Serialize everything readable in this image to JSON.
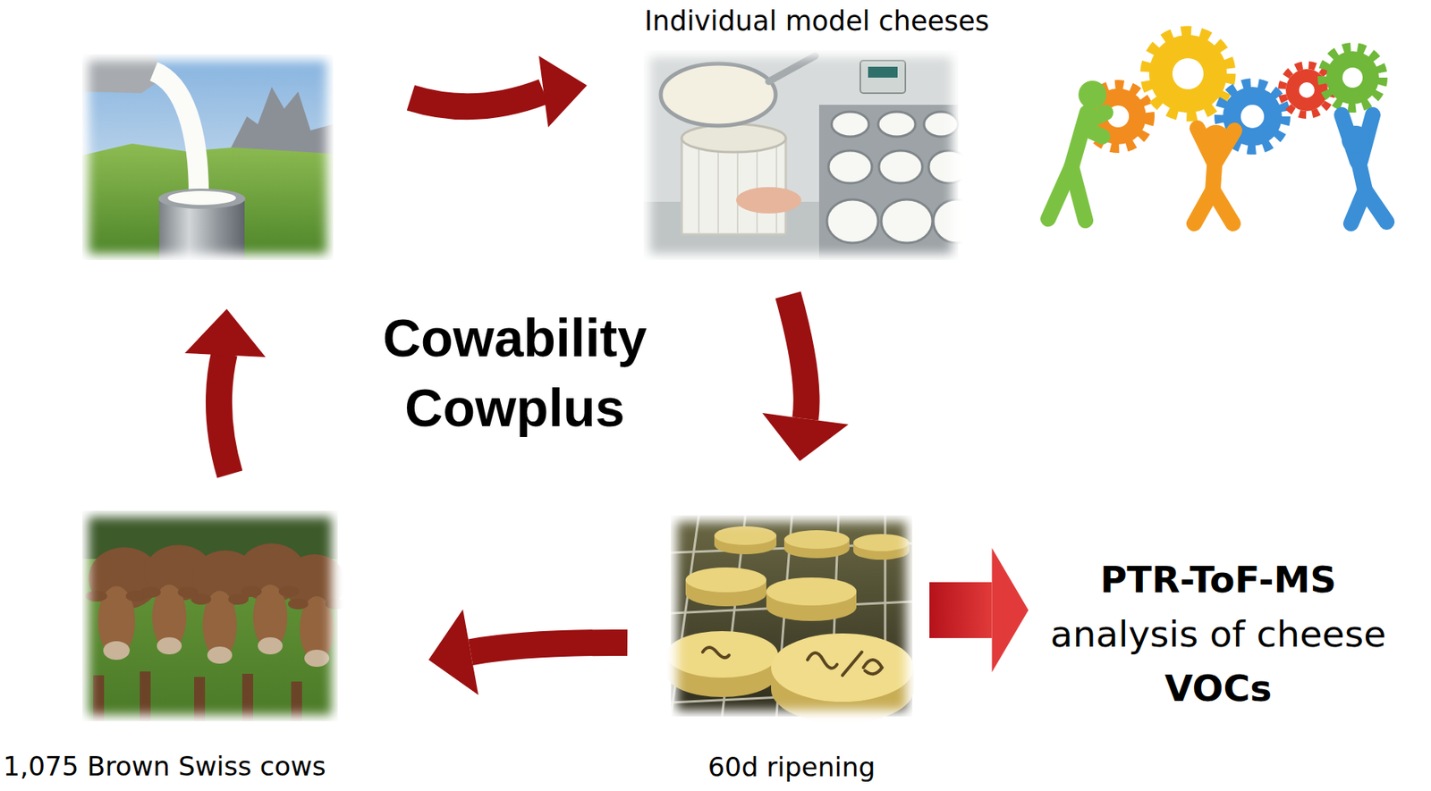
{
  "diagram": {
    "title": "Cowability Cowplus",
    "nodes": [
      {
        "text": [
          "Individual model cheeses"
        ]
      },
      {
        "text": [
          "60d ripening"
        ]
      },
      {
        "text": [
          "1,075 Brown Swiss cows"
        ]
      },
      {
        "text": [
          "PTR-ToF-MS",
          "analysis of cheese",
          "VOCs"
        ]
      }
    ],
    "edges": [
      {
        "from": 0,
        "to": 1,
        "arrow": "to"
      },
      {
        "from": 1,
        "to": 2,
        "arrow": "to"
      },
      {
        "from": 1,
        "to": 3,
        "arrow": "to"
      }
    ]
  }
}
